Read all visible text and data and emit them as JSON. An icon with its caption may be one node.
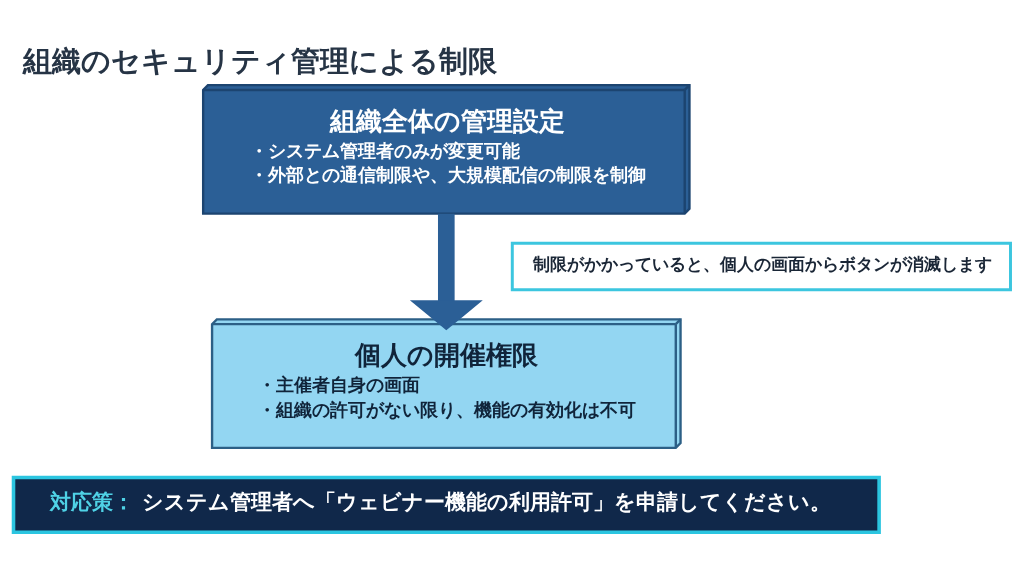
{
  "diagram": {
    "title": "組織のセキュリティ管理による制限",
    "nodes": [
      {
        "text": [
          "組織全体の管理設定",
          "・システム管理者のみが変更可能",
          "・外部との通信制限や、大規模配信の制限を制御"
        ]
      },
      {
        "text": [
          "個人の開催権限",
          "・主催者自身の画面",
          "・組織の許可がない限り、機能の有効化は不可"
        ]
      },
      {
        "text": [
          "制限がかかっていると、個人の画面からボタンが消滅します"
        ]
      },
      {
        "text": [
          "対応策：",
          "システム管理者へ「ウェビナー機能の利用許可」を申請してください。"
        ]
      }
    ],
    "edges": [
      {
        "from": 0,
        "to": 1,
        "arrow": "to"
      }
    ]
  }
}
